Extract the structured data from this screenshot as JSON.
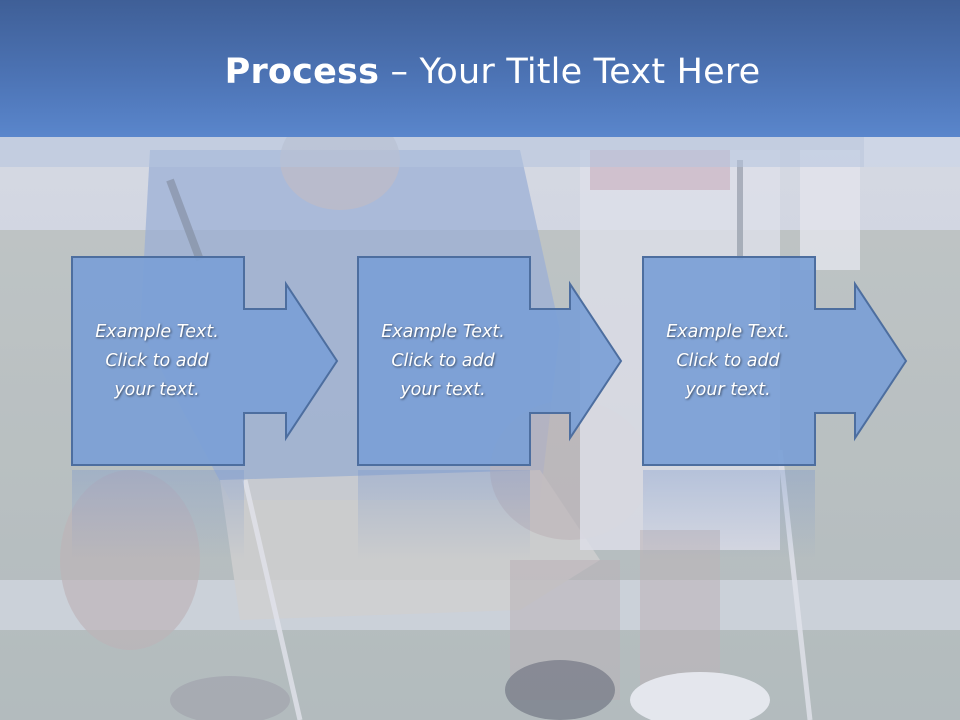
{
  "slide": {
    "title_bold": "Process",
    "title_dash": " – ",
    "title_rest": "Your Title Text Here"
  },
  "steps": [
    {
      "text": "Example Text.\nClick  to add\nyour text."
    },
    {
      "text": "Example Text.\nClick  to add\nyour text."
    },
    {
      "text": "Example Text.\nClick  to add\nyour text."
    }
  ],
  "colors": {
    "title_bar": "#4c73b4",
    "step_fill": "#7b9fd6",
    "step_stroke": "#4d6e9f"
  },
  "background": {
    "description_icon": "golf-photo-image"
  }
}
